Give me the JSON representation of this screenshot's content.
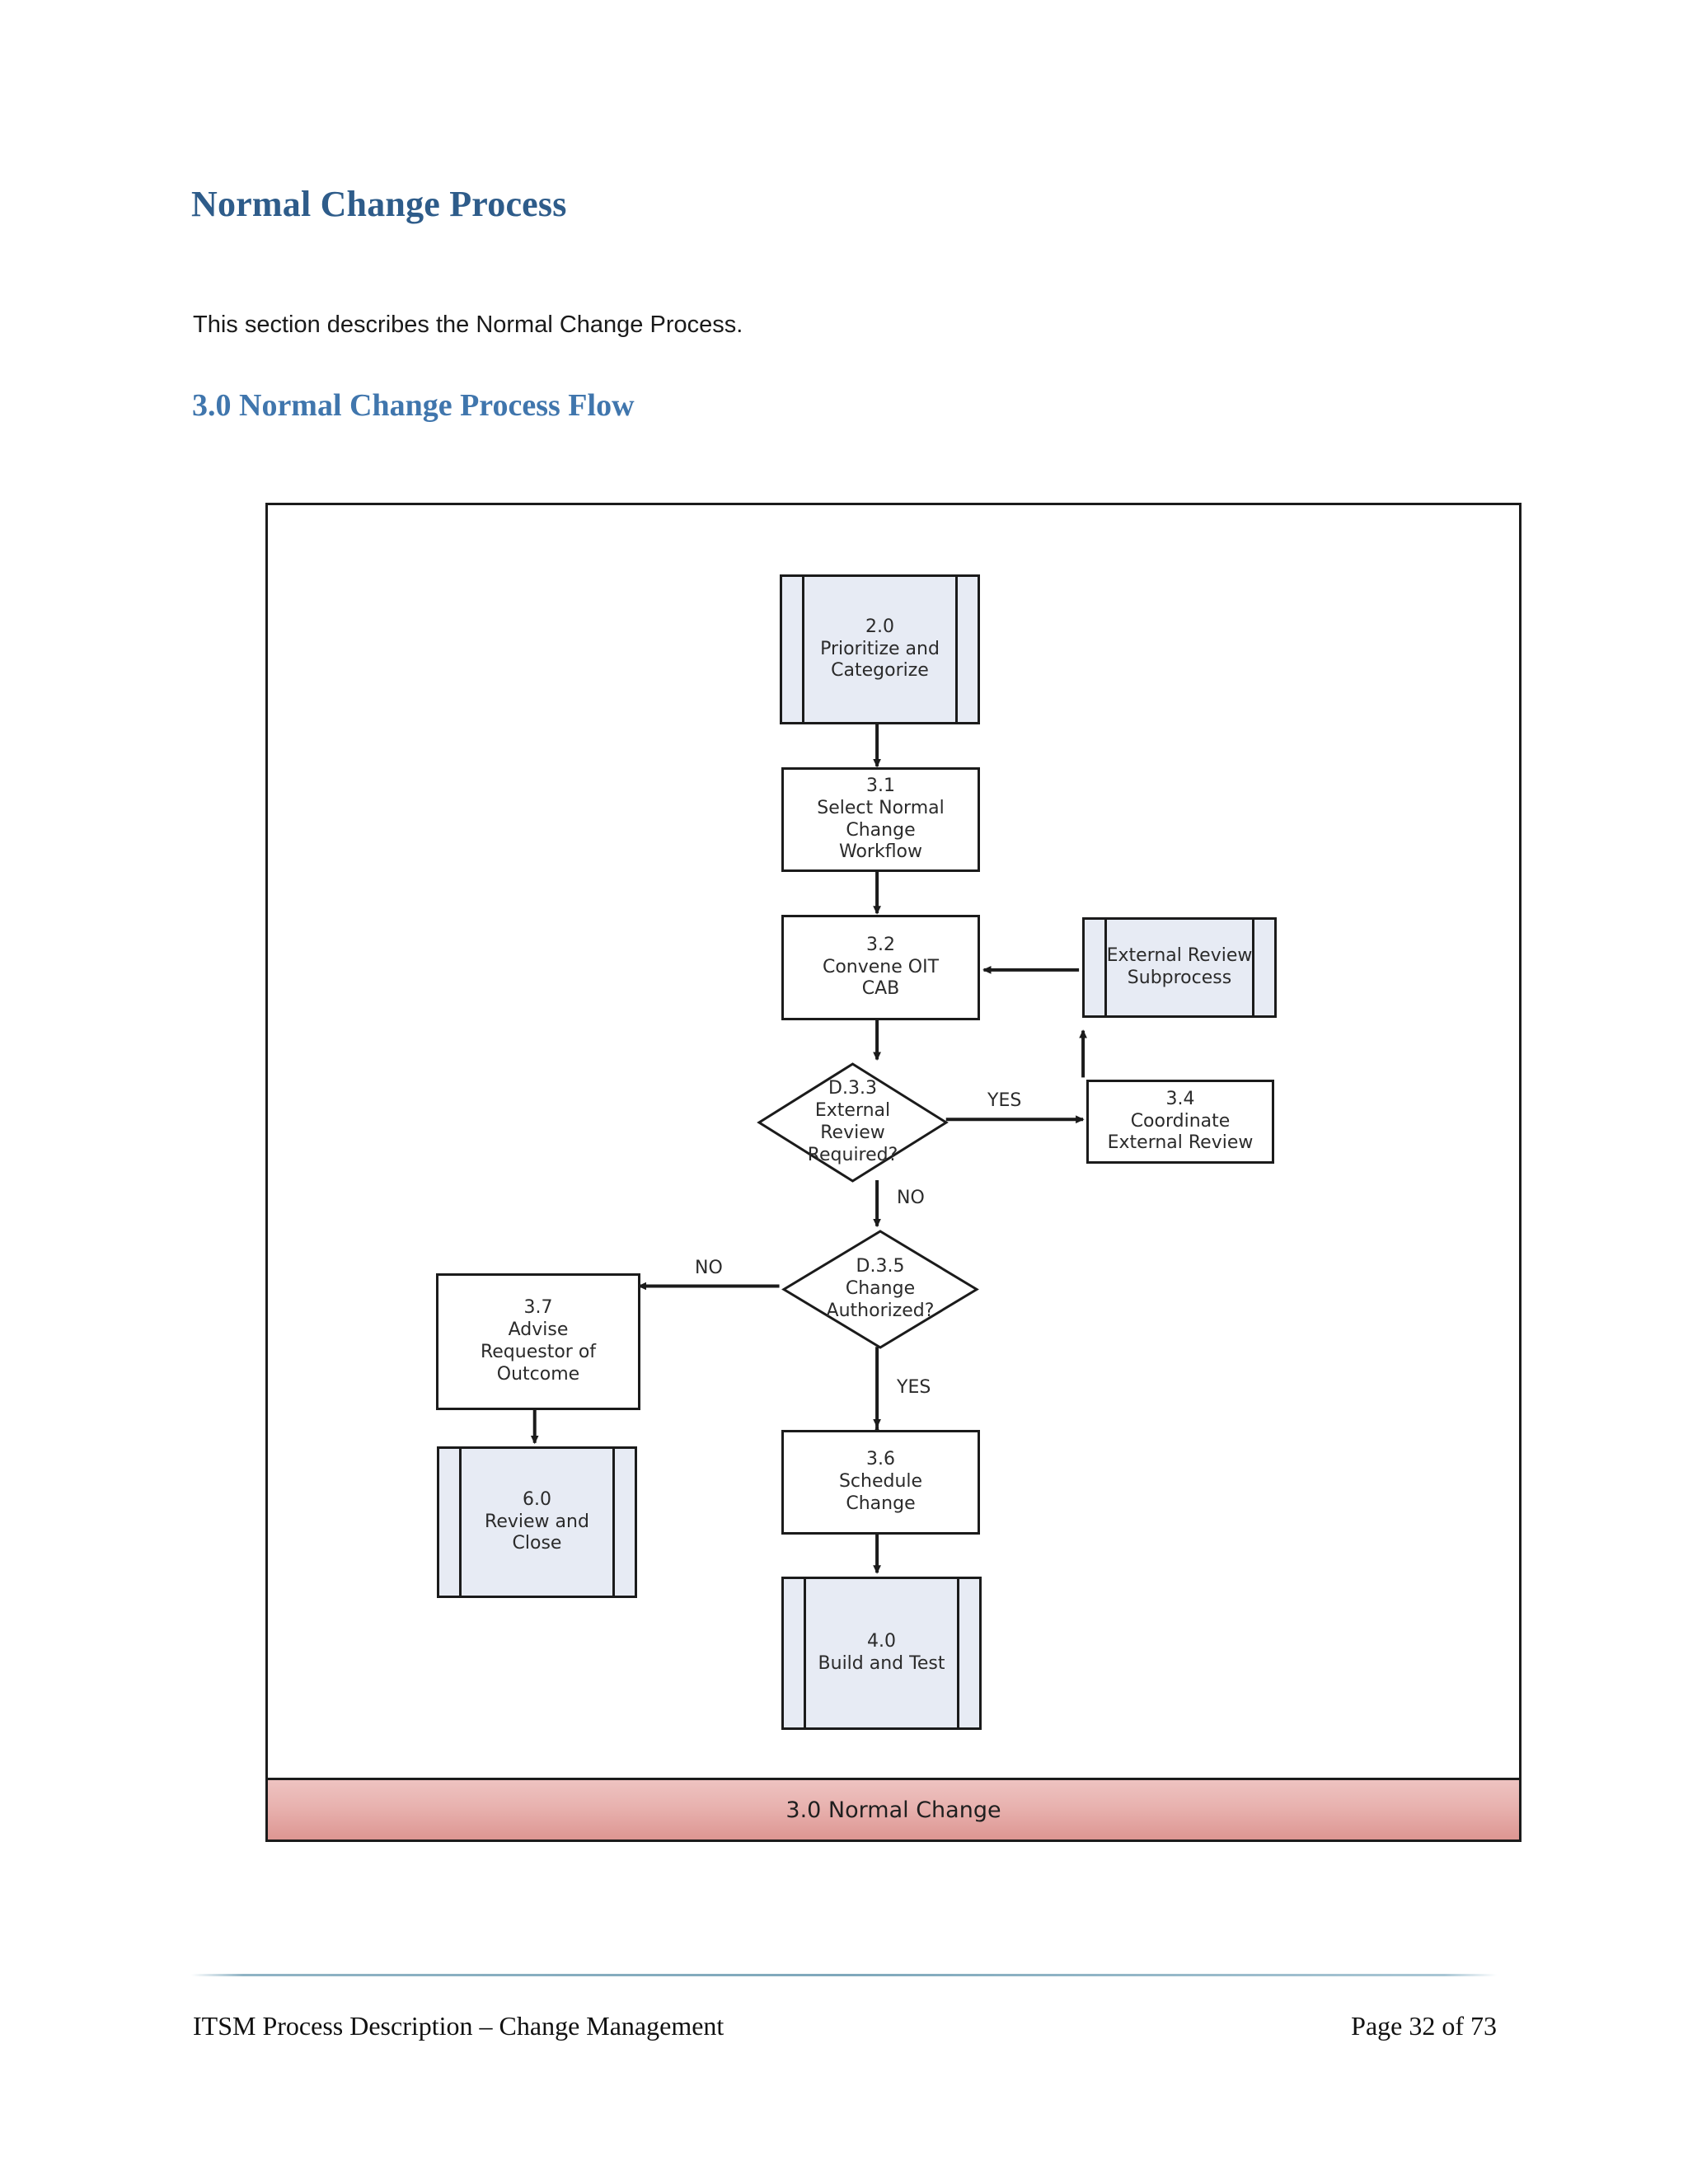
{
  "document": {
    "heading": "Normal Change Process",
    "intro_paragraph": "This section describes the Normal Change Process.",
    "subheading": "3.0 Normal Change Process Flow"
  },
  "colors": {
    "heading_blue": "#2e5c8a",
    "subheading_blue": "#4076ad",
    "predefined_fill": "#e7ebf4",
    "band_gradient_top": "#eec3c1",
    "band_gradient_bottom": "#dd9692",
    "stroke": "#1b1b1b"
  },
  "diagram": {
    "band_label": "3.0 Normal Change",
    "nodes": [
      {
        "id": "n20",
        "shape": "predefined",
        "text": "2.0\nPrioritize and\nCategorize"
      },
      {
        "id": "n31",
        "shape": "process",
        "text": "3.1\nSelect Normal\nChange\nWorkflow"
      },
      {
        "id": "n32",
        "shape": "process",
        "text": "3.2\nConvene OIT\nCAB"
      },
      {
        "id": "next",
        "shape": "predefined",
        "text": "External Review\nSubprocess"
      },
      {
        "id": "d33",
        "shape": "decision",
        "text": "D.3.3\nExternal\nReview\nRequired?"
      },
      {
        "id": "n34",
        "shape": "process",
        "text": "3.4\nCoordinate\nExternal Review"
      },
      {
        "id": "d35",
        "shape": "decision",
        "text": "D.3.5\nChange\nAuthorized?"
      },
      {
        "id": "n37",
        "shape": "process",
        "text": "3.7\nAdvise\nRequestor of\nOutcome"
      },
      {
        "id": "n60",
        "shape": "predefined",
        "text": "6.0\nReview and\nClose"
      },
      {
        "id": "n36",
        "shape": "process",
        "text": "3.6\nSchedule\nChange"
      },
      {
        "id": "n40",
        "shape": "predefined",
        "text": "4.0\nBuild and Test"
      }
    ],
    "edge_labels": {
      "d33_yes": "YES",
      "d33_no": "NO",
      "d35_no": "NO",
      "d35_yes": "YES"
    }
  },
  "footer": {
    "left": "ITSM Process Description – Change Management",
    "right": "Page 32  of 73"
  }
}
